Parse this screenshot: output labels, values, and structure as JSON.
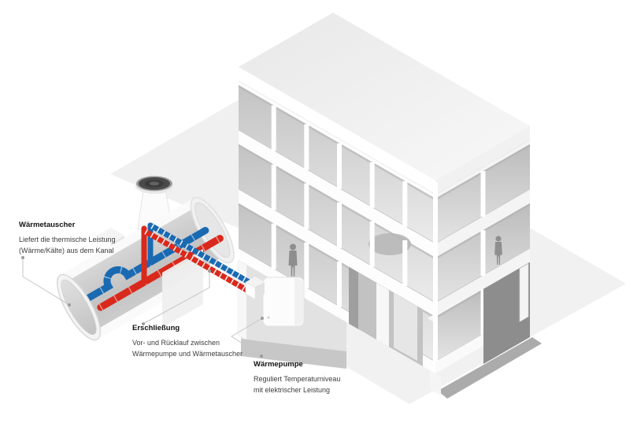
{
  "diagram": {
    "title_implicit": "Wärmetauscher-System Isometrie",
    "labels": {
      "waermetauscher": {
        "title": "Wärmetauscher",
        "line1": "Liefert die thermische Leistung",
        "line2": "(Wärme/Kälte) aus dem Kanal"
      },
      "erschliessung": {
        "title": "Erschließung",
        "line1": "Vor- und Rücklauf zwischen",
        "line2": "Wärmepumpe und Wärmetauscher"
      },
      "waermepumpe": {
        "title": "Wärmepumpe",
        "line1": "Reguliert Temperaturniveau",
        "line2": "mit elektrischer Leistung"
      }
    },
    "colors": {
      "pipe_warm": "#d9291c",
      "pipe_cold": "#1a6ab2",
      "ground": "#f0f0f0",
      "underground": "#9b9b9b",
      "manhole_cap": "#4a4a4a",
      "background": "#ffffff"
    }
  }
}
